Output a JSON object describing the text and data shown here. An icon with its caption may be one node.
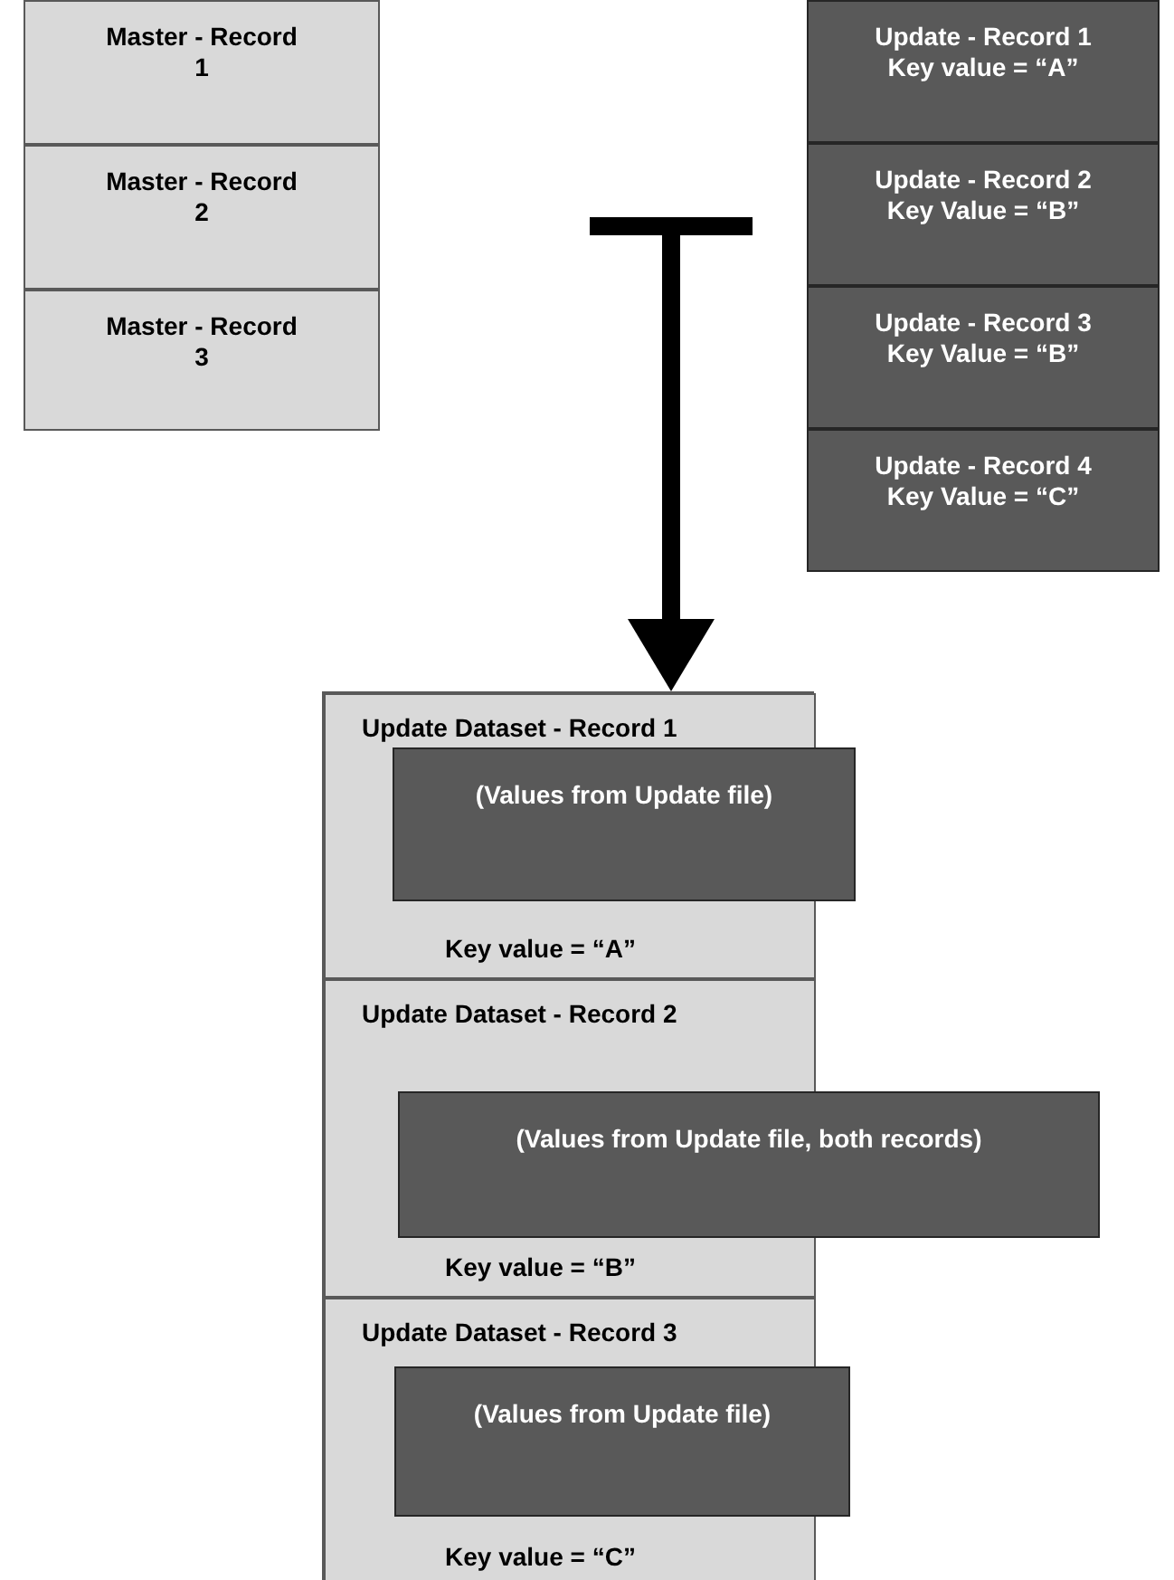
{
  "diagram": {
    "nodes": [
      {
        "text": [
          "Master - Record 1"
        ]
      },
      {
        "text": [
          "Master - Record 2"
        ]
      },
      {
        "text": [
          "Master - Record 3"
        ]
      },
      {
        "text": [
          "Update - Record 1",
          "Key value = “A”"
        ]
      },
      {
        "text": [
          "Update - Record 2",
          "Key Value = “B”"
        ]
      },
      {
        "text": [
          "Update - Record 3",
          "Key Value = “B”"
        ]
      },
      {
        "text": [
          "Update - Record 4",
          "Key Value = “C”"
        ]
      },
      {
        "text": [],
        "shape": "box"
      },
      {
        "text": [
          "Update Dataset - Record 1",
          "Key value = “A”"
        ],
        "in": 7
      },
      {
        "text": [
          "(Values from Update file)"
        ]
      },
      {
        "text": [
          "Update Dataset - Record 2",
          "Key value = “B”"
        ],
        "in": 7
      },
      {
        "text": [
          "(Values from Update file, both records)"
        ]
      },
      {
        "text": [
          "Update Dataset - Record 3",
          "Key value = “C”"
        ],
        "in": 7
      },
      {
        "text": [
          "(Values from Update file)"
        ]
      }
    ],
    "edges": [
      {
        "from": null,
        "to": 7,
        "arrow": "to"
      }
    ]
  }
}
